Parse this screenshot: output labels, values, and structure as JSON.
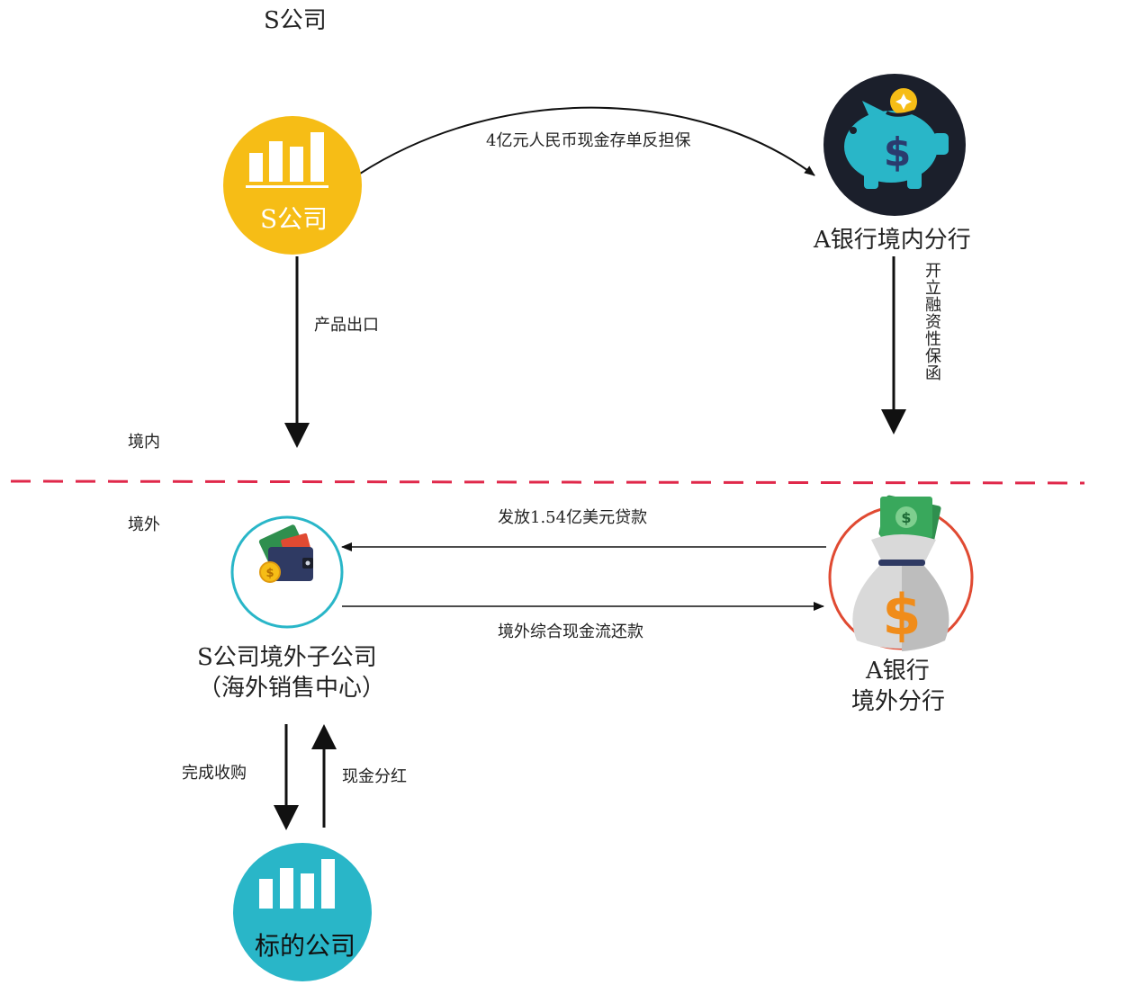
{
  "header": {
    "title": "S公司"
  },
  "nodes": {
    "s_company": {
      "label": "S公司",
      "color": "#f6bd16"
    },
    "bank_domestic": {
      "label": "A银行境内分行",
      "color": "#1b1f2b"
    },
    "subsidiary": {
      "label_line1": "S公司境外子公司",
      "label_line2": "（海外销售中心）",
      "ring_color": "#29b6c8"
    },
    "bank_overseas": {
      "label_line1": "A银行",
      "label_line2": "境外分行",
      "ring_color": "#e04a32"
    },
    "target": {
      "label": "标的公司",
      "color": "#29b6c8"
    }
  },
  "edges": {
    "guarantee": "4亿元人民币现金存单反担保",
    "export": "产品出口",
    "letter_of_guarantee": "开立融资性保函",
    "loan": "发放1.54亿美元贷款",
    "repayment": "境外综合现金流还款",
    "acquisition": "完成收购",
    "dividend": "现金分红"
  },
  "zones": {
    "domestic": "境内",
    "overseas": "境外",
    "divider_color": "#e0284a"
  },
  "icons": [
    "bar-chart-icon",
    "piggy-bank-icon",
    "wallet-icon",
    "money-bag-icon"
  ]
}
